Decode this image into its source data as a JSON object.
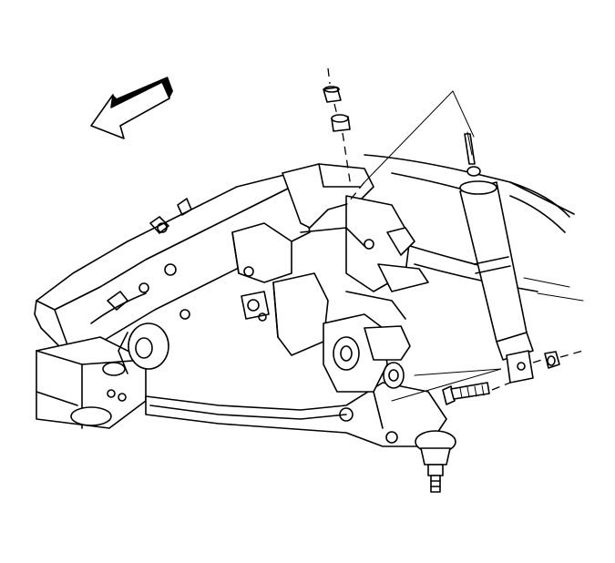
{
  "diagram": {
    "description_colors": {
      "line": "#000000",
      "background": "#ffffff"
    },
    "parts": [
      {
        "name": "forward-direction-arrow"
      },
      {
        "name": "frame-rail"
      },
      {
        "name": "crossmember"
      },
      {
        "name": "lower-control-arm"
      },
      {
        "name": "ball-joint"
      },
      {
        "name": "shock-absorber"
      },
      {
        "name": "shock-upper-nut"
      },
      {
        "name": "shock-upper-retainer"
      },
      {
        "name": "shock-lower-bolt"
      },
      {
        "name": "shock-lower-nut"
      }
    ]
  }
}
